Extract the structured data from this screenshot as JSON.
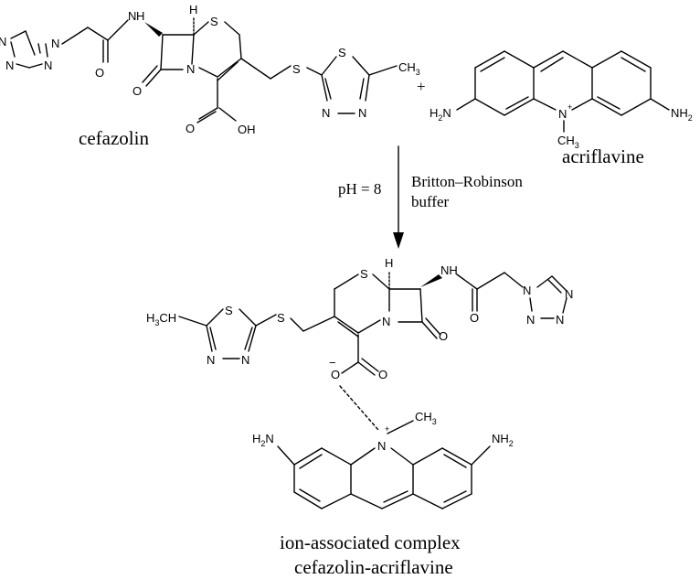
{
  "reactants": {
    "cefazolin_name": "cefazolin",
    "plus": "+",
    "acriflavine_name": "acriflavine"
  },
  "conditions": {
    "ph": "pH = 8",
    "buffer_line1": "Britton–Robinson",
    "buffer_line2": "buffer"
  },
  "product": {
    "name_line1": "ion-associated complex",
    "name_line2": "cefazolin-acriflavine"
  },
  "atoms": {
    "N": "N",
    "S": "S",
    "O": "O",
    "H": "H",
    "OH": "OH",
    "CH": "CH",
    "three": "3",
    "two": "2",
    "plus_charge": "+",
    "minus_charge": "−"
  }
}
